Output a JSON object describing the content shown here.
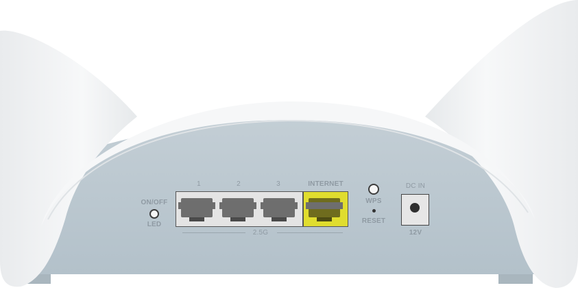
{
  "image": {
    "subject": "router-rear-panel",
    "colors": {
      "background": "#ffffff",
      "shell": "#f2f3f4",
      "panel": "#b9c6ce",
      "label": "#8f9aa3",
      "port_frame": "#e4e4e4",
      "internet_port": "#e0dd2e"
    }
  },
  "panel": {
    "led_button": {
      "top_label": "ON/OFF",
      "bottom_label": "LED"
    },
    "ports": [
      {
        "label": "1",
        "type": "lan"
      },
      {
        "label": "2",
        "type": "lan"
      },
      {
        "label": "3",
        "type": "lan"
      },
      {
        "label": "INTERNET",
        "type": "wan"
      }
    ],
    "speed_label": "2.5G",
    "wps_button": {
      "label": "WPS"
    },
    "reset_pinhole": {
      "label": "RESET"
    },
    "power": {
      "top_label": "DC IN",
      "bottom_label": "12V"
    }
  }
}
